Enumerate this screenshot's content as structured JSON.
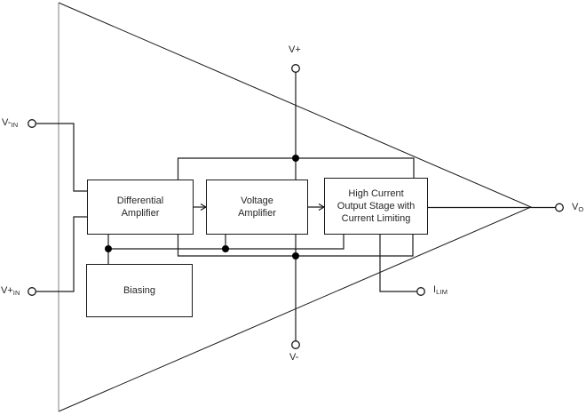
{
  "diagram": {
    "kind": "op-amp internal functional block diagram",
    "colors": {
      "wire": "#1a1a1a",
      "triangle_edge": "#1a1a1a",
      "triangle_left_edge": "#808080",
      "text": "#262626",
      "background": "#ffffff"
    },
    "blocks": [
      {
        "id": "differential-amplifier",
        "lines": [
          "Differential",
          "Amplifier"
        ]
      },
      {
        "id": "voltage-amplifier",
        "lines": [
          "Voltage",
          "Amplifier"
        ]
      },
      {
        "id": "output-stage",
        "lines": [
          "High Current",
          "Output Stage with",
          "Current Limiting"
        ]
      },
      {
        "id": "biasing",
        "lines": [
          "Biasing"
        ]
      }
    ],
    "terminals": [
      {
        "id": "v-plus-supply",
        "base": "V+",
        "sub": ""
      },
      {
        "id": "v-minus-supply",
        "base": "V-",
        "sub": ""
      },
      {
        "id": "inverting-input",
        "base": "V-",
        "sub": "IN"
      },
      {
        "id": "non-inverting-input",
        "base": "V+",
        "sub": "IN"
      },
      {
        "id": "output",
        "base": "V",
        "sub": "O"
      },
      {
        "id": "current-limit",
        "base": "I",
        "sub": "LIM"
      }
    ]
  }
}
